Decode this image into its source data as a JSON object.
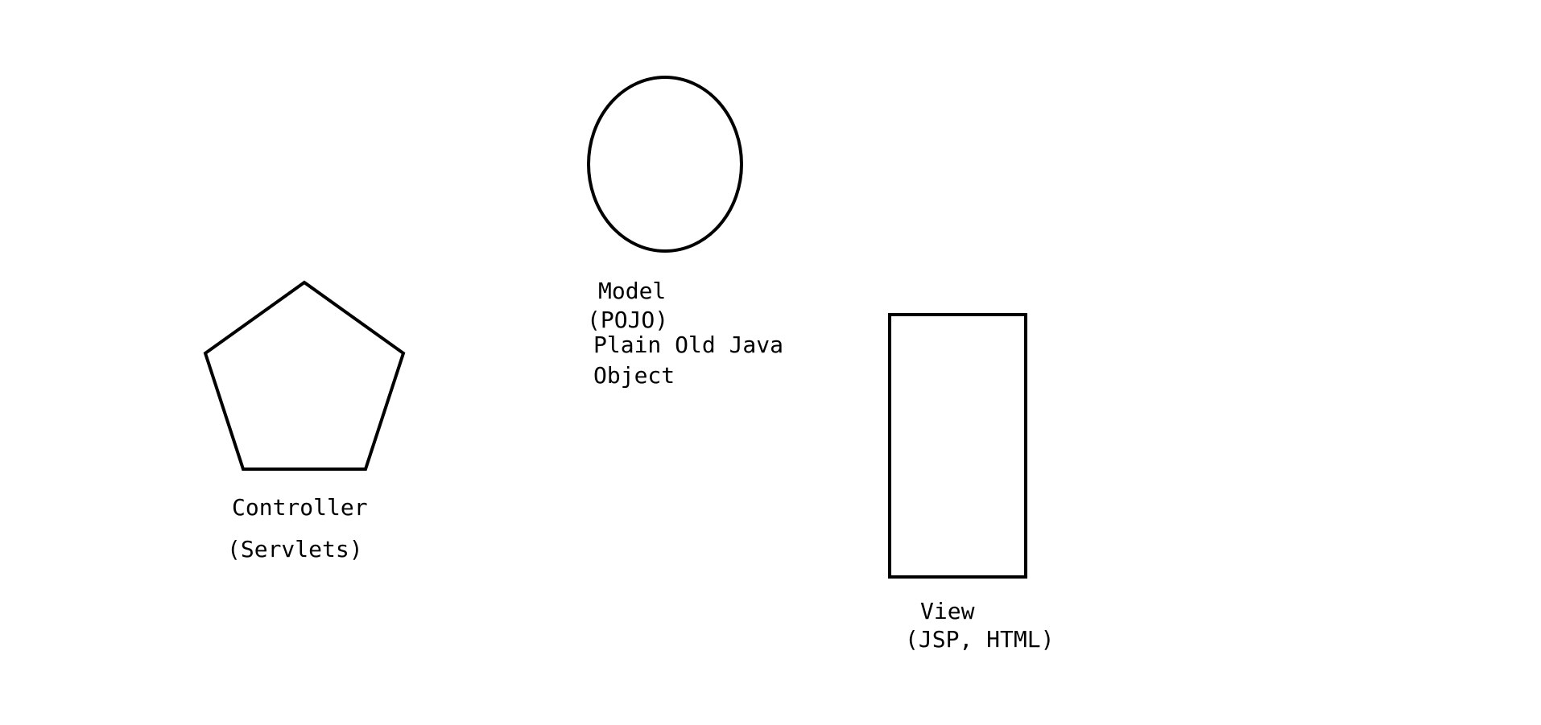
{
  "diagram": {
    "model": {
      "shape": "ellipse",
      "label": "Model",
      "sublabel": "(POJO)",
      "description_line1": "Plain Old Java",
      "description_line2": "Object"
    },
    "controller": {
      "shape": "pentagon",
      "label": "Controller",
      "sublabel": "(Servlets)"
    },
    "view": {
      "shape": "rectangle",
      "label": "View",
      "sublabel": "(JSP, HTML)"
    },
    "colors": {
      "background": "#ffffff",
      "stroke": "#000000",
      "text": "#000000"
    }
  }
}
